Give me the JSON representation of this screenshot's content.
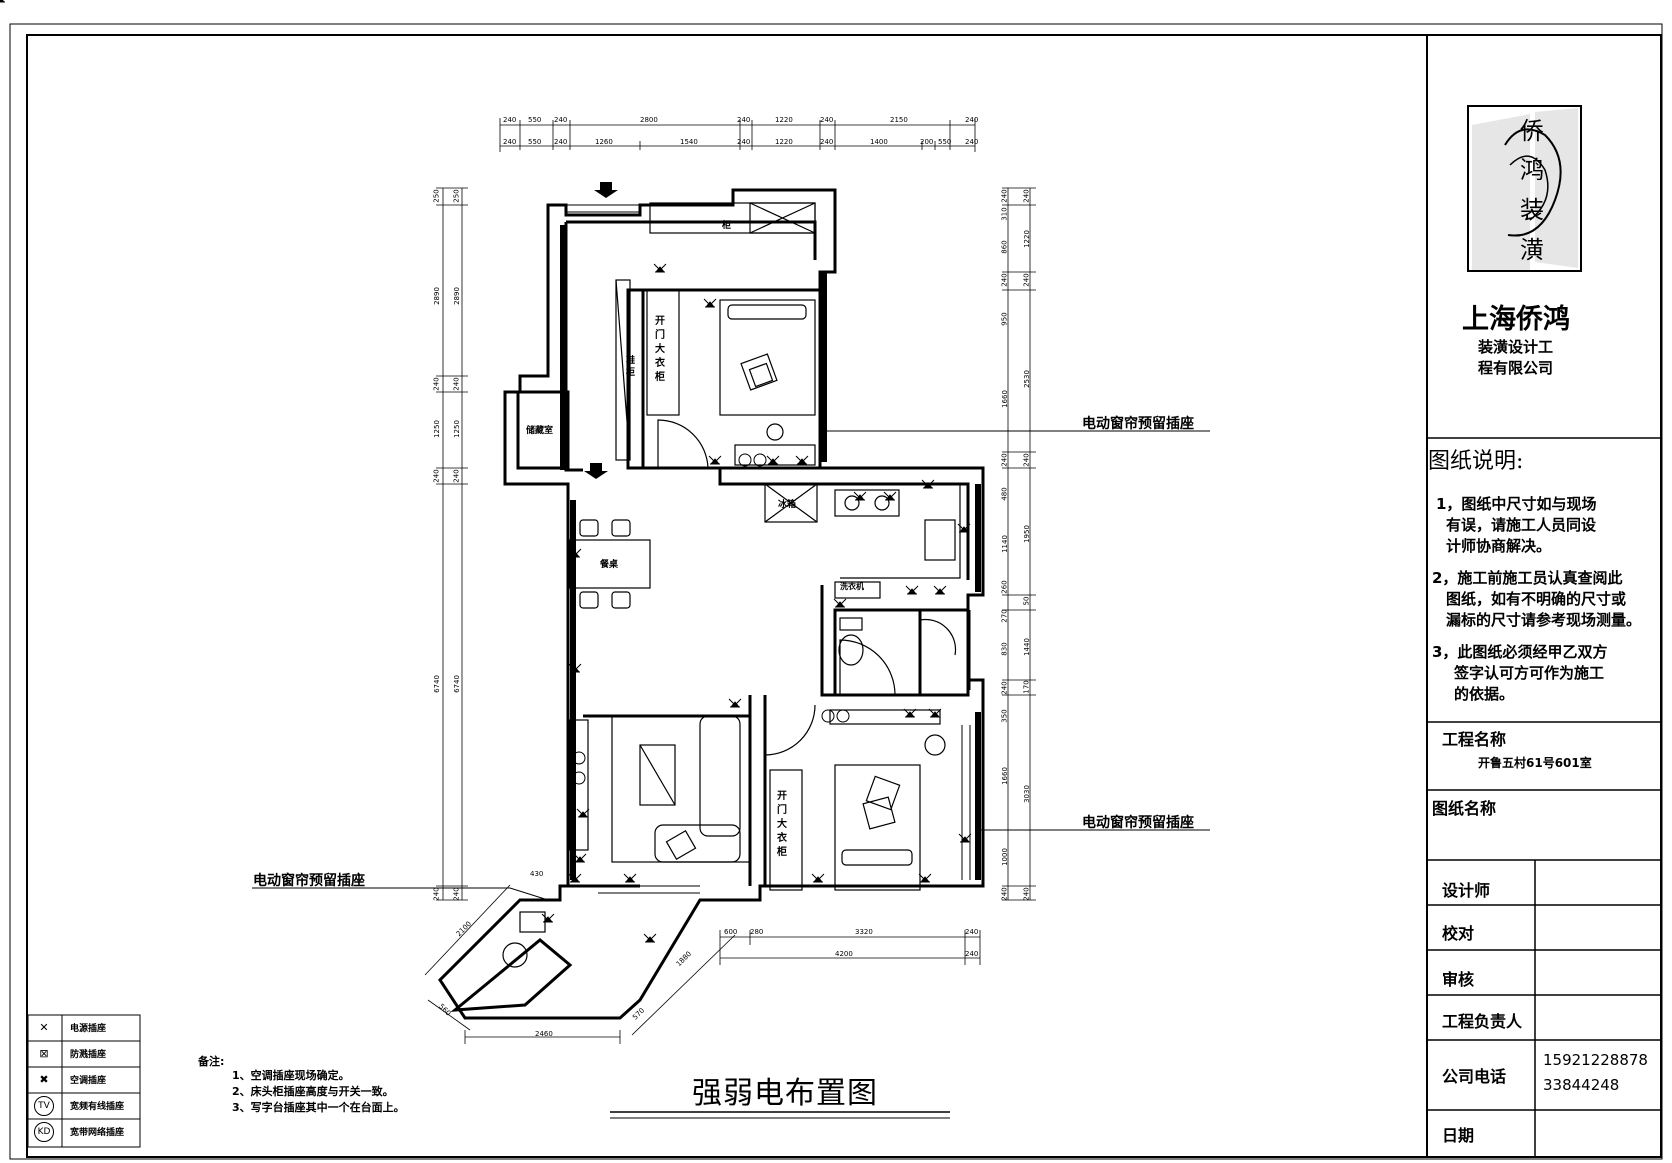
{
  "drawing_title": "强弱电布置图",
  "company": {
    "logo_chars": [
      "侨",
      "鸿",
      "装",
      "潢"
    ],
    "name": "上海侨鸿",
    "subtitle_line1": "装潢设计工",
    "subtitle_line2": "程有限公司"
  },
  "notes_panel": {
    "heading": "图纸说明:",
    "items": [
      [
        "1，图纸中尺寸如与现场",
        "有误，请施工人员同设",
        "计师协商解决。"
      ],
      [
        "2，施工前施工员认真查阅此",
        "图纸，如有不明确的尺寸或",
        "漏标的尺寸请参考现场测量。"
      ],
      [
        "3，此图纸必须经甲乙双方",
        "签字认可方可作为施工",
        "的依据。"
      ]
    ]
  },
  "title_block": {
    "project_name_label": "工程名称",
    "project_name_value": "开鲁五村61号601室",
    "drawing_name_label": "图纸名称",
    "designer_label": "设计师",
    "proofread_label": "校对",
    "review_label": "审核",
    "manager_label": "工程负责人",
    "phone_label": "公司电话",
    "phone_1": "15921228878",
    "phone_2": "33844248",
    "date_label": "日期"
  },
  "callouts": {
    "curtain_socket": "电动窗帘预留插座"
  },
  "remarks": {
    "heading": "备注:",
    "items": [
      "1、空调插座现场确定。",
      "2、床头柜插座高度与开关一致。",
      "3、写字台插座其中一个在台面上。"
    ]
  },
  "legend": [
    {
      "symbol": "✕",
      "label": "电源插座"
    },
    {
      "symbol": "⊠",
      "label": "防溅插座"
    },
    {
      "symbol": "✖",
      "label": "空调插座"
    },
    {
      "symbol": "TV",
      "label": "宽频有线插座"
    },
    {
      "symbol": "KD",
      "label": "宽带网络插座"
    }
  ],
  "rooms": {
    "storage": "储藏室",
    "dining": "餐桌",
    "fridge": "冰箱",
    "washer": "洗衣机",
    "wardrobe_upper": "开门大衣柜",
    "wardrobe_lower": "开门大衣柜",
    "shoe_cabinet": "鞋柜",
    "balcony_cabinet": "柜"
  },
  "dimensions": {
    "top_row1": [
      "240",
      "550",
      "240",
      "2800",
      "240",
      "1220",
      "240",
      "2150",
      "240"
    ],
    "top_row2": [
      "240",
      "550",
      "240",
      "1260",
      "1540",
      "240",
      "1220",
      "240",
      "1400",
      "200",
      "550",
      "240"
    ],
    "left_outer": [
      "250",
      "2890",
      "240",
      "1250",
      "240",
      "6740",
      "240"
    ],
    "left_inner": [
      "250",
      "2890",
      "240",
      "1250",
      "240",
      "6740",
      "240"
    ],
    "right_outer": [
      "240",
      "310",
      "860",
      "240",
      "950",
      "1660",
      "240",
      "480",
      "1140",
      "260",
      "270",
      "830",
      "240",
      "350",
      "1660",
      "1000",
      "240"
    ],
    "right_inner": [
      "240",
      "1220",
      "240",
      "2530",
      "240",
      "1950",
      "50",
      "1440",
      "170",
      "3030",
      "240"
    ],
    "bottom_row1": [
      "600",
      "280",
      "3320",
      "240"
    ],
    "bottom_row2": [
      "4200",
      "240"
    ],
    "balcony": [
      "2100",
      "1880",
      "430",
      "560",
      "2460",
      "570"
    ]
  }
}
